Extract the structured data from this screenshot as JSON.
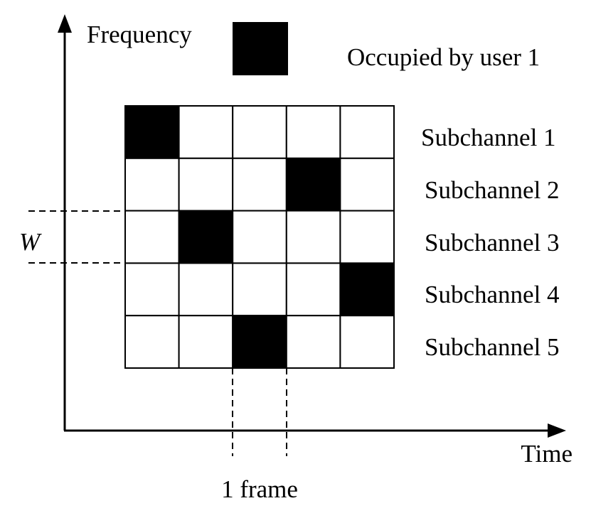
{
  "axes": {
    "y_label": "Frequency",
    "x_label": "Time"
  },
  "legend": {
    "label": "Occupied by user 1",
    "color": "#000000"
  },
  "grid": {
    "rows": 5,
    "cols": 5,
    "occupied": [
      {
        "row": 1,
        "col": 1
      },
      {
        "row": 2,
        "col": 4
      },
      {
        "row": 3,
        "col": 2
      },
      {
        "row": 4,
        "col": 5
      },
      {
        "row": 5,
        "col": 3
      }
    ]
  },
  "subchannels": [
    {
      "label": "Subchannel 1"
    },
    {
      "label": "Subchannel 2"
    },
    {
      "label": "Subchannel 3"
    },
    {
      "label": "Subchannel 4"
    },
    {
      "label": "Subchannel 5"
    }
  ],
  "bandwidth_label": "W",
  "frame_label": "1 frame",
  "colors": {
    "occupied": "#000000",
    "free": "#ffffff",
    "line": "#000000"
  }
}
